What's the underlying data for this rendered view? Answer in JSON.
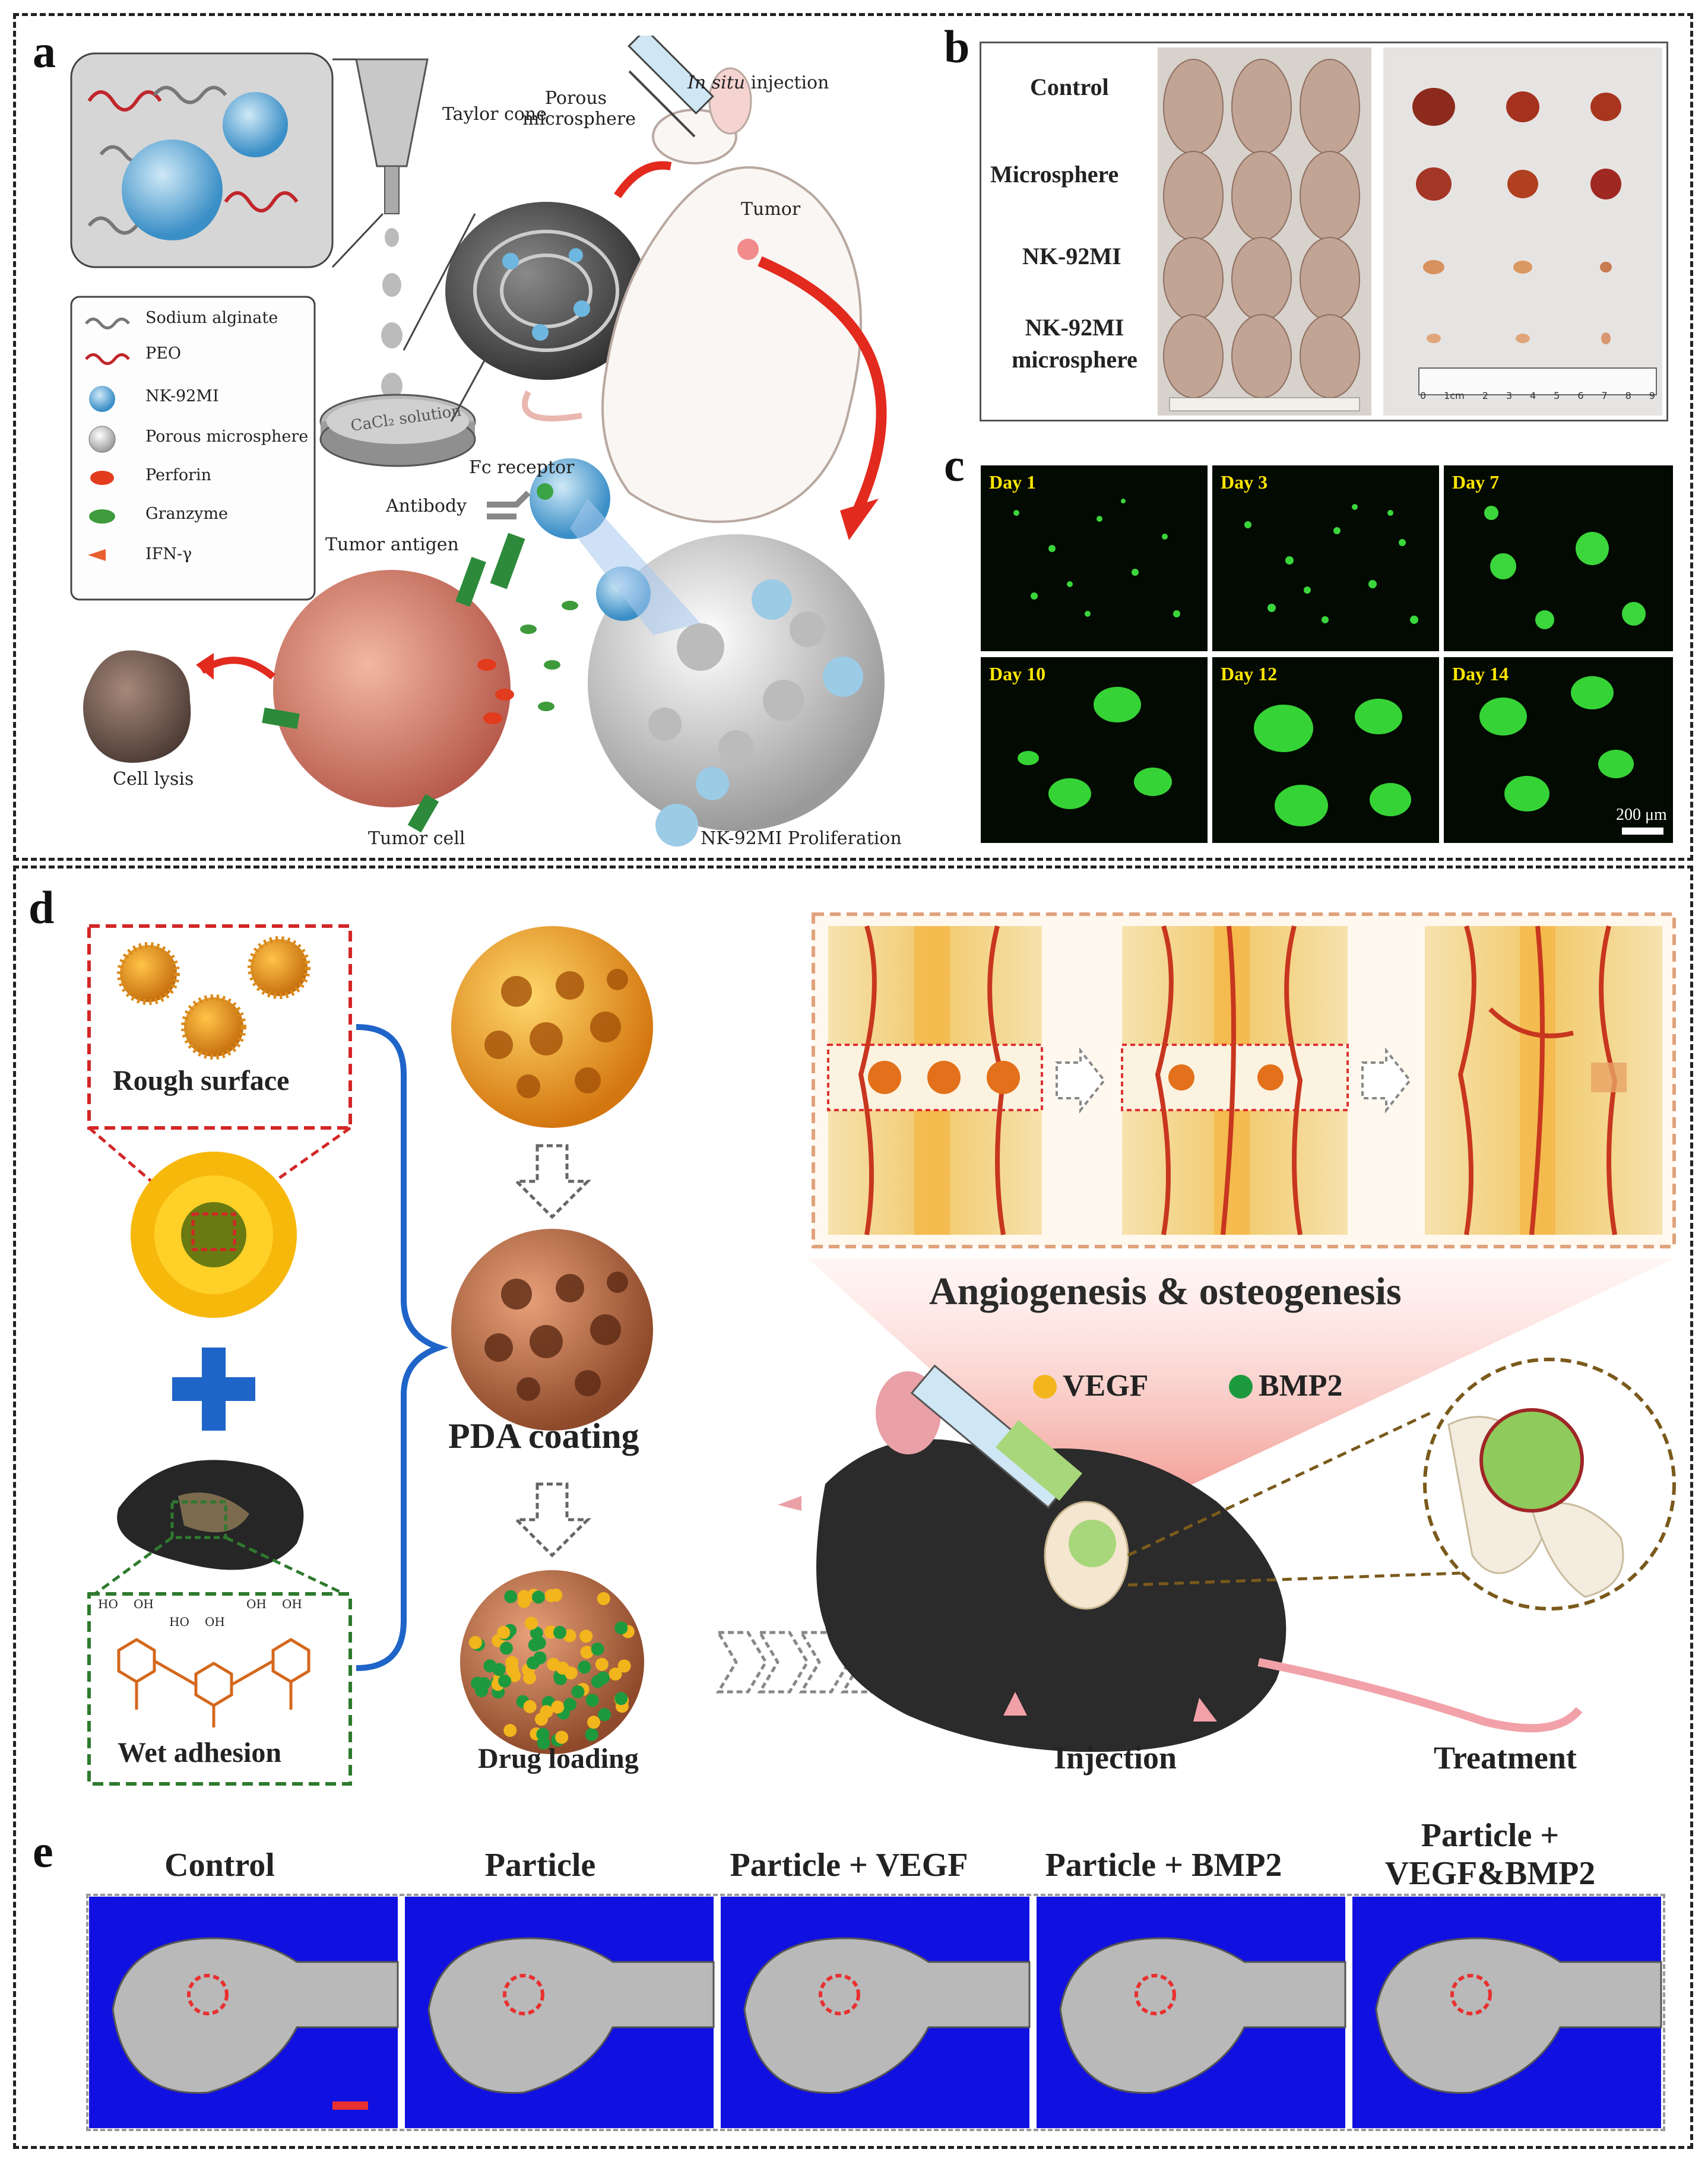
{
  "panels": {
    "a": {
      "label": "a",
      "taylor_cone": "Taylor cone",
      "porous_microsphere": "Porous microsphere",
      "injection_prefix": "In situ",
      "injection_suffix": " injection",
      "tumor": "Tumor",
      "cacl2_solution": "CaCl₂ solution",
      "fc_receptor": "Fc receptor",
      "antibody": "Antibody",
      "tumor_antigen": "Tumor antigen",
      "cell_lysis": "Cell lysis",
      "tumor_cell": "Tumor cell",
      "nk_proliferation": "NK-92MI Proliferation",
      "legend": [
        {
          "label": "Sodium alginate",
          "icon": "wavy-gray-line-icon"
        },
        {
          "label": "PEO",
          "icon": "wavy-red-line-icon"
        },
        {
          "label": "NK-92MI",
          "icon": "nk-cell-icon"
        },
        {
          "label": "Porous microsphere",
          "icon": "porous-sphere-icon"
        },
        {
          "label": "Perforin",
          "icon": "perforin-icon"
        },
        {
          "label": "Granzyme",
          "icon": "granzyme-icon"
        },
        {
          "label": "IFN-γ",
          "icon": "ifn-gamma-icon"
        }
      ]
    },
    "b": {
      "label": "b",
      "rows": [
        "Control",
        "Microsphere",
        "NK-92MI",
        "NK-92MI microsphere"
      ],
      "ruler_ticks": [
        "0",
        "1cm",
        "2",
        "3",
        "4",
        "5",
        "6",
        "7",
        "8",
        "9"
      ]
    },
    "c": {
      "label": "c",
      "tiles": [
        "Day 1",
        "Day 3",
        "Day 7",
        "Day 10",
        "Day 12",
        "Day 14"
      ],
      "scale_bar": "200 μm"
    },
    "d": {
      "label": "d",
      "rough_surface": "Rough surface",
      "wet_adhesion": "Wet adhesion",
      "pda_coating": "PDA coating",
      "drug_loading": "Drug loading",
      "angiogenesis": "Angiogenesis & osteogenesis",
      "vegf": "VEGF",
      "bmp2": "BMP2",
      "injection": "Injection",
      "treatment": "Treatment",
      "chem_labels": [
        "HO",
        "OH",
        "HO",
        "OH",
        "OH",
        "OH"
      ],
      "colors": {
        "vegf": "#f2b51c",
        "bmp2": "#1e9a3e",
        "blue_line": "#1f64c8"
      }
    },
    "e": {
      "label": "e",
      "groups": [
        "Control",
        "Particle",
        "Particle + VEGF",
        "Particle + BMP2",
        "Particle + VEGF&BMP2"
      ],
      "colors": {
        "background": "#1010e0",
        "marker": "#e83030"
      }
    }
  }
}
